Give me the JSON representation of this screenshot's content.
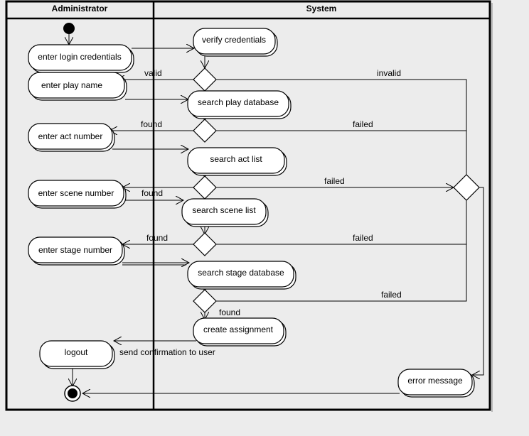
{
  "swimlanes": {
    "left_title": "Administrator",
    "right_title": "System"
  },
  "activities": {
    "enter_login": "enter login credentials",
    "enter_play": "enter play name",
    "enter_act": "enter act number",
    "enter_scene": "enter scene number",
    "enter_stage": "enter stage number",
    "logout": "logout",
    "verify": "verify credentials",
    "search_play": "search play database",
    "search_act": "search act list",
    "search_scene": "search scene list",
    "search_stage": "search stage database",
    "create_assignment": "create assignment",
    "error_message": "error message"
  },
  "guards": {
    "valid": "valid",
    "invalid": "invalid",
    "found_play": "found",
    "failed_play": "failed",
    "found_act": "found",
    "failed_act": "failed",
    "found_scene": "found",
    "failed_scene": "failed",
    "found_stage": "found",
    "failed_stage": "failed",
    "send_confirmation": "send confirmation to user"
  }
}
